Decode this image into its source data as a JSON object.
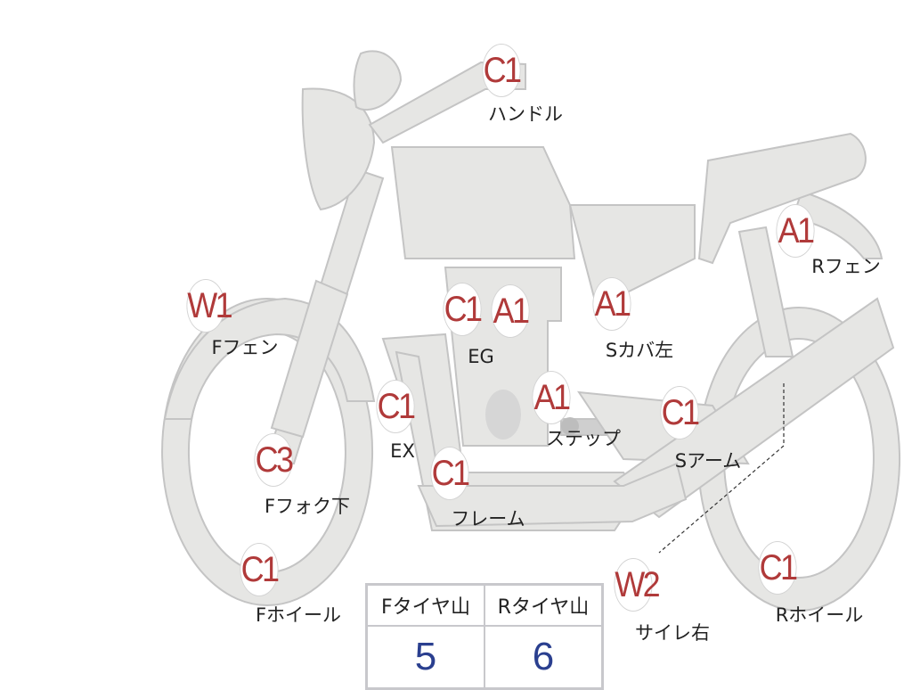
{
  "colors": {
    "part_fill": "#e6e6e4",
    "part_stroke": "#c4c4c4",
    "badge_text": "#b03a3a",
    "value_text": "#2a3f8f"
  },
  "markers": [
    {
      "code": "C1",
      "label": "ハンドル"
    },
    {
      "code": "A1",
      "label": "Rフェン"
    },
    {
      "code": "W1",
      "label": "Fフェン"
    },
    {
      "code": "C1",
      "label": "EG"
    },
    {
      "code": "A1",
      "label": ""
    },
    {
      "code": "A1",
      "label": "Sカバ左"
    },
    {
      "code": "C1",
      "label": "EX"
    },
    {
      "code": "A1",
      "label": "ステップ"
    },
    {
      "code": "C1",
      "label": "Sアーム"
    },
    {
      "code": "C3",
      "label": "Fフォク下"
    },
    {
      "code": "C1",
      "label": "フレーム"
    },
    {
      "code": "C1",
      "label": "Fホイール"
    },
    {
      "code": "W2",
      "label": "サイレ右"
    },
    {
      "code": "C1",
      "label": "Rホイール"
    }
  ],
  "tire_table": {
    "headers": [
      "Fタイヤ山",
      "Rタイヤ山"
    ],
    "values": [
      "5",
      "6"
    ]
  }
}
